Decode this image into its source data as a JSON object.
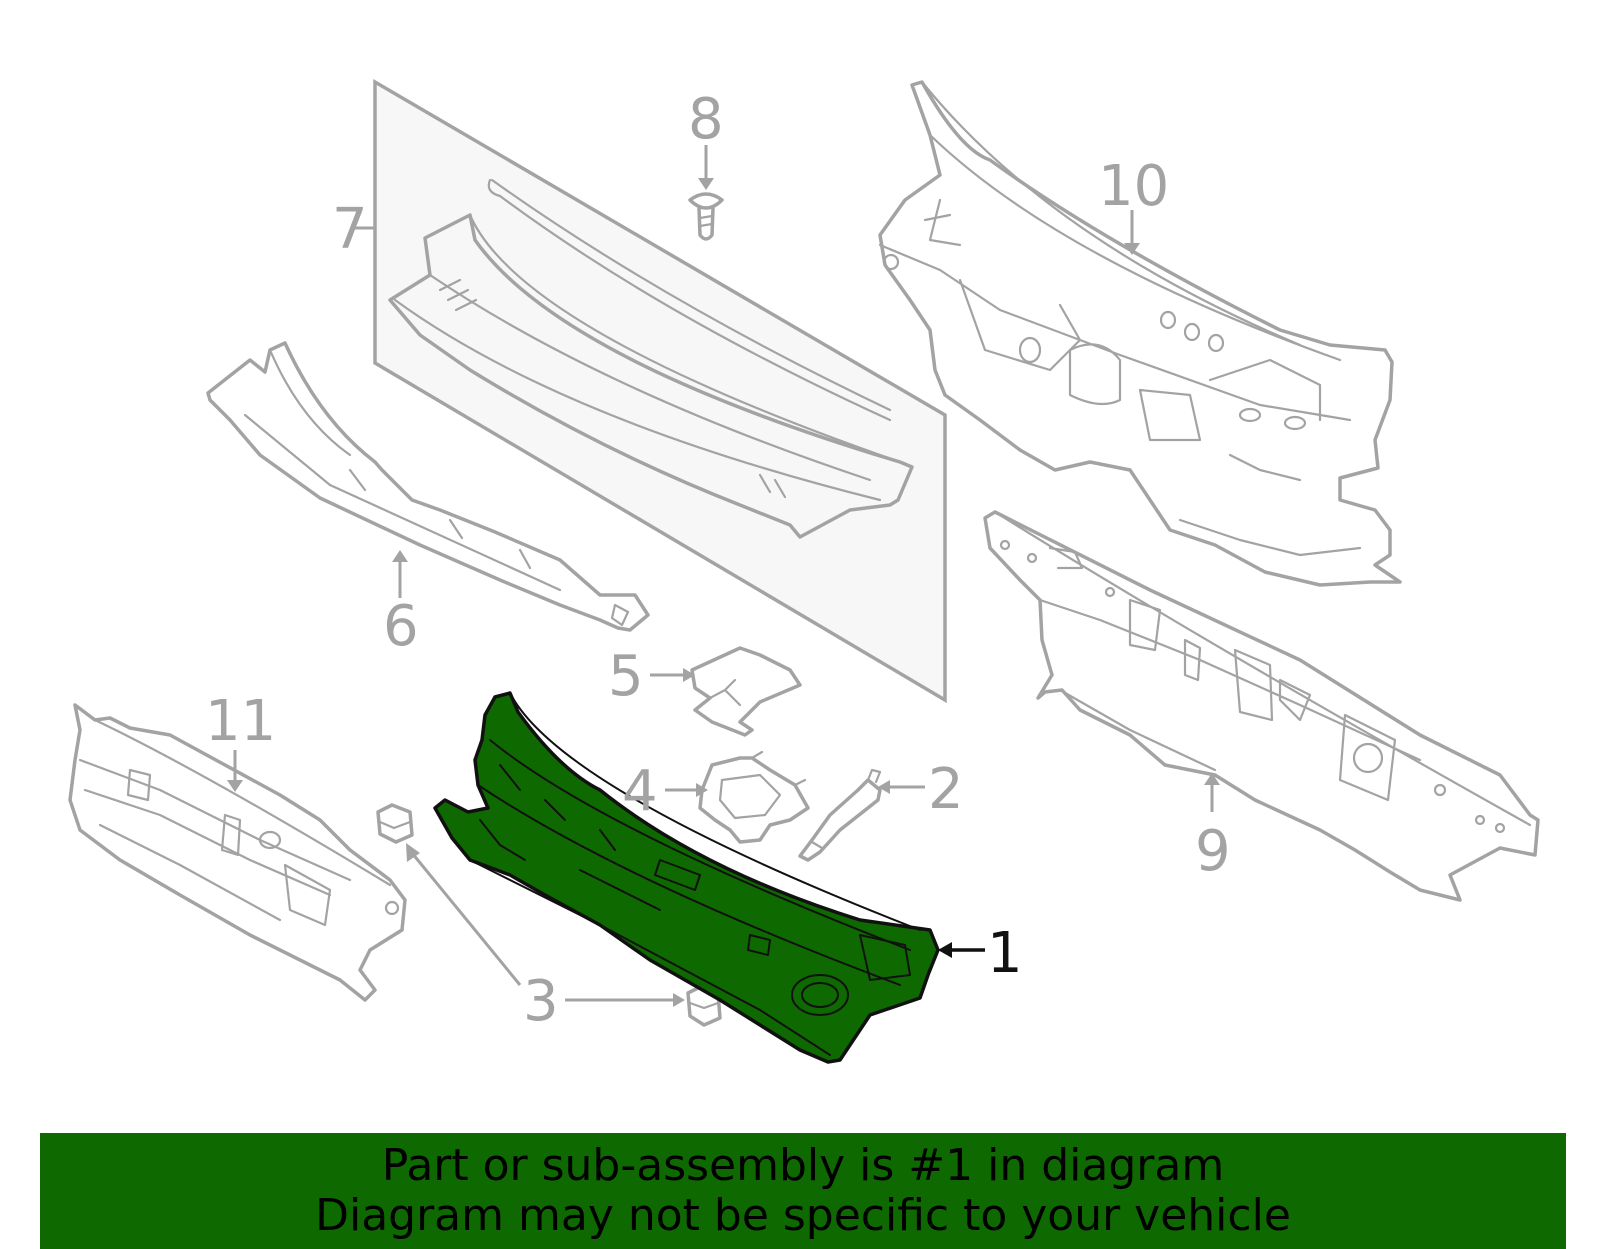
{
  "diagram": {
    "callouts": [
      {
        "id": "1",
        "label": "1",
        "highlighted": true
      },
      {
        "id": "2",
        "label": "2"
      },
      {
        "id": "3",
        "label": "3"
      },
      {
        "id": "4",
        "label": "4"
      },
      {
        "id": "5",
        "label": "5"
      },
      {
        "id": "6",
        "label": "6"
      },
      {
        "id": "7",
        "label": "7"
      },
      {
        "id": "8",
        "label": "8"
      },
      {
        "id": "9",
        "label": "9"
      },
      {
        "id": "10",
        "label": "10"
      },
      {
        "id": "11",
        "label": "11"
      }
    ],
    "colors": {
      "highlight_fill": "#0e6a00",
      "part_stroke": "#a3a3a3",
      "highlight_stroke": "#111111",
      "banner_background": "#0e6a00"
    }
  },
  "banner": {
    "line1": "Part or sub-assembly is #1 in diagram",
    "line2": "Diagram may not be specific to your vehicle"
  }
}
